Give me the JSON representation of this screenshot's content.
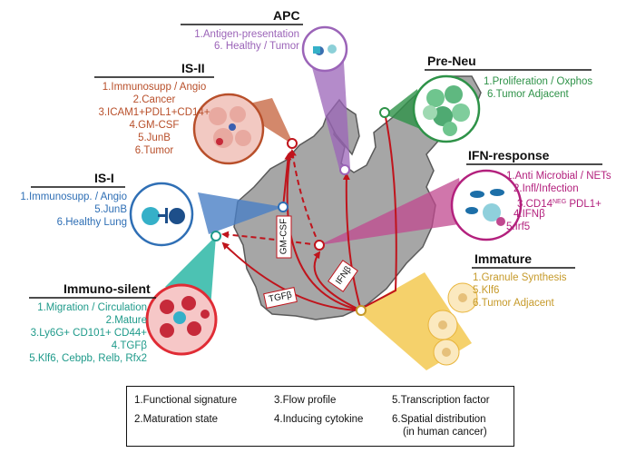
{
  "panels": {
    "apc": {
      "title": "APC",
      "lines": [
        "1.Antigen-presentation",
        "6. Healthy / Tumor"
      ],
      "color": "#9b64b8"
    },
    "is_ii": {
      "title": "IS-II",
      "lines": [
        "1.Immunosupp / Angio",
        "2.Cancer",
        "3.ICAM1+PDL1+CD14+",
        "4.GM-CSF",
        "5.JunB",
        "6.Tumor"
      ],
      "color": "#b84f2a"
    },
    "pre_neu": {
      "title": "Pre-Neu",
      "lines": [
        "1.Proliferation / Oxphos",
        "6.Tumor Adjacent"
      ],
      "color": "#2e9248"
    },
    "is_i": {
      "title": "IS-I",
      "lines": [
        "1.Immunosupp. / Angio",
        "5.JunB",
        "6.Healthy Lung"
      ],
      "color": "#2f6fb5"
    },
    "ifn": {
      "title": "IFN-response",
      "lines": [
        "1.Anti Microbial / NETs",
        "2.Infl/Infection",
        "3.CD14",
        "NEG",
        " PDL1+",
        "4.IFNβ",
        "5.Irf5"
      ],
      "color": "#b3207d"
    },
    "immature": {
      "title": "Immature",
      "lines": [
        "1.Granule Synthesis",
        "5.Klf6",
        "6.Tumor Adjacent"
      ],
      "color": "#c69a2a"
    },
    "immuno_silent": {
      "title": "Immuno-silent",
      "lines": [
        "1.Migration / Circulation",
        "2.Mature",
        "3.Ly6G+ CD101+ CD44+",
        "4.TGFβ",
        "5.Klf6, Cebpb, Relb, Rfx2"
      ],
      "color": "#1e9a8a"
    }
  },
  "cytokines": {
    "gmcsf": "GM-CSF",
    "ifnb": "IFNβ",
    "tgfb": "TGFβ"
  },
  "legend": {
    "items": [
      "1.Functional signature",
      "2.Maturation state",
      "3.Flow profile",
      "4.Inducing cytokine",
      "5.Transcription factor",
      "6.Spatial distribution",
      "(in human cancer)"
    ]
  },
  "colors": {
    "lung": "#a6a6a6",
    "arrow": "#c0141c",
    "apc": "#9b64b8",
    "is_ii": "#b84f2a",
    "pre_neu": "#2e9248",
    "is_i": "#2f6fb5",
    "ifn": "#b3207d",
    "immature": "#e8b43a",
    "immuno_silent": "#1fb3a0"
  }
}
